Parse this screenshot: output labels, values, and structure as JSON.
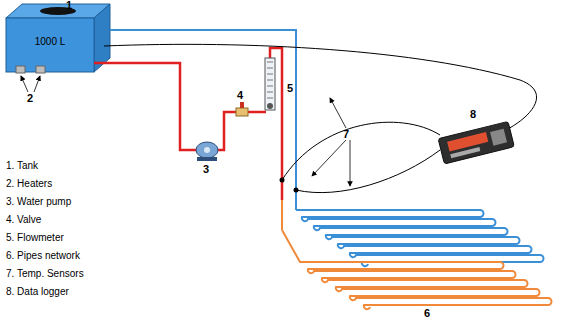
{
  "diagram": {
    "nodes": [
      {
        "text": [
          "1000 L"
        ]
      }
    ],
    "labels": [
      "1",
      "2",
      "3",
      "4",
      "5",
      "6",
      "7",
      "8",
      "1. Tank",
      "2. Heaters",
      "3. Water pump",
      "4. Valve",
      "5. Flowmeter",
      "6. Pipes network",
      "7. Temp. Sensors",
      "8. Data logger"
    ]
  }
}
